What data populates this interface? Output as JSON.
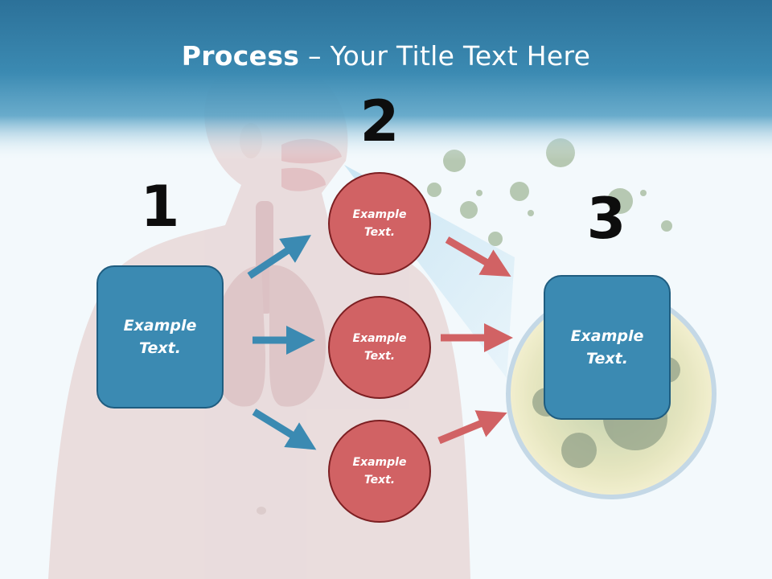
{
  "slide": {
    "title_bold": "Process",
    "title_rest": " – Your Title Text Here"
  },
  "steps": {
    "step1": {
      "number": "1",
      "label": "Example\nText."
    },
    "step2": {
      "number": "2",
      "circles": [
        {
          "label": "Example\nText."
        },
        {
          "label": "Example\nText."
        },
        {
          "label": "Example\nText."
        }
      ]
    },
    "step3": {
      "number": "3",
      "label": "Example\nText."
    }
  },
  "colors": {
    "header": "#3b8ab2",
    "box_fill": "#3b8ab2",
    "box_border": "#1f5d80",
    "circle_fill": "#d16264",
    "circle_border": "#7c1f22",
    "blue_arrow": "#3b8ab2",
    "red_arrow": "#d16264"
  }
}
